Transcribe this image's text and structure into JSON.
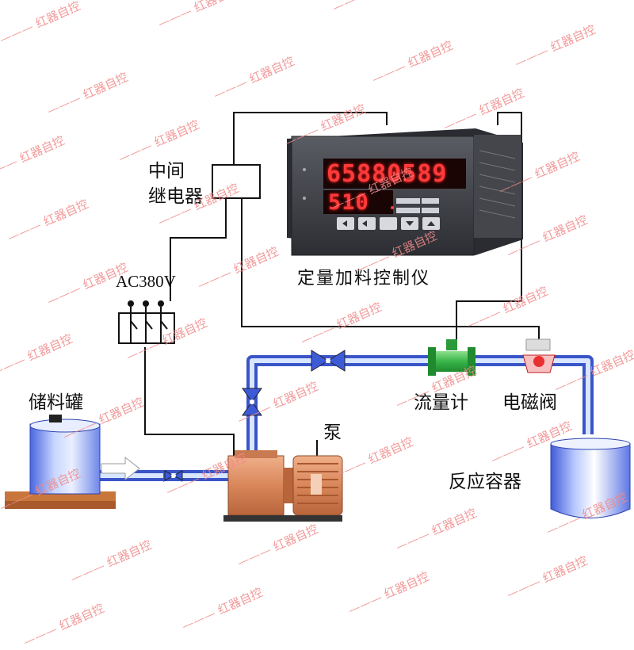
{
  "labels": {
    "relay": [
      "中间",
      "继电器"
    ],
    "power": "AC380V",
    "controller": "定量加料控制仪",
    "storage_tank": "储料罐",
    "pump": "泵",
    "flowmeter": "流量计",
    "solenoid_valve": "电磁阀",
    "reactor": "反应容器"
  },
  "display": {
    "upper_reading": "65880589",
    "lower_reading": "510"
  },
  "watermark": "红器自控",
  "colors": {
    "pipe": "#3a55c8",
    "pipe_light": "#d8e6ff",
    "watermark": "#f08a8a",
    "segment": "#ff3a3a",
    "panel": "#3d3f45",
    "motor": "#d9865a",
    "flowmeter": "#38b54a",
    "valve_red": "#e83030",
    "valve_blue": "#3d5bd6"
  },
  "icons": [
    "relay-box-icon",
    "breaker-icon",
    "controller-icon",
    "tank-icon",
    "pump-motor-icon",
    "gate-valve-icon",
    "flowmeter-icon",
    "solenoid-valve-icon",
    "reactor-vessel-icon"
  ]
}
